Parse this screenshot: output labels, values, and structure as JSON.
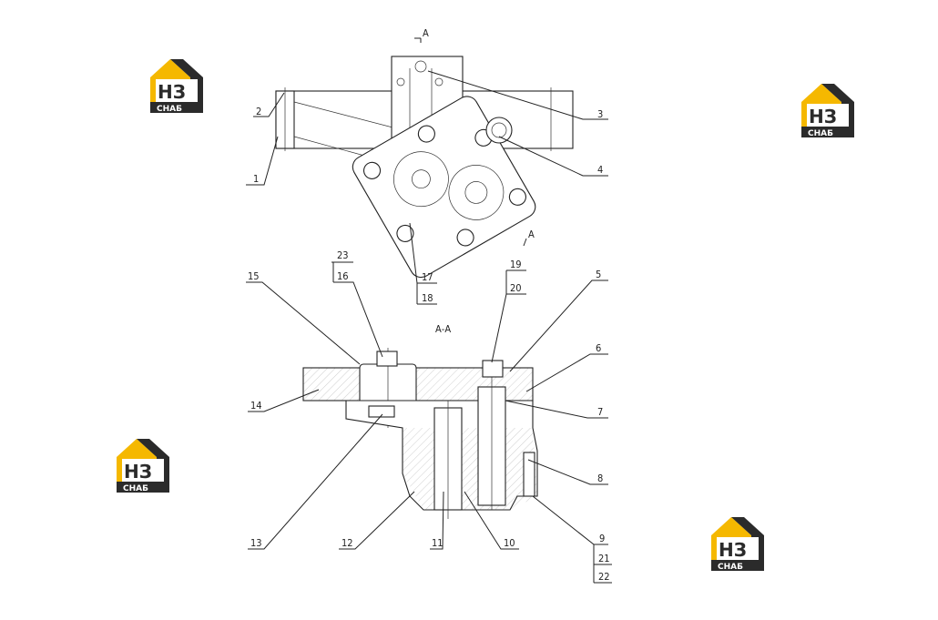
{
  "view_markers": {
    "section_top": "А",
    "section_right": "А",
    "section_title": "А-А"
  },
  "callouts": {
    "c1": "1",
    "c2": "2",
    "c3": "3",
    "c4": "4",
    "c5": "5",
    "c6": "6",
    "c7": "7",
    "c8": "8",
    "c9": "9",
    "c10": "10",
    "c11": "11",
    "c12": "12",
    "c13": "13",
    "c14": "14",
    "c15": "15",
    "c16": "16",
    "c17": "17",
    "c18": "18",
    "c19": "19",
    "c20": "20",
    "c21": "21",
    "c22": "22",
    "c23": "23"
  },
  "watermark": {
    "letters": "НЗ",
    "caption": "СНАБ",
    "colors": {
      "yellow": "#f5b800",
      "dark": "#2b2b2b",
      "white": "#ffffff"
    }
  }
}
